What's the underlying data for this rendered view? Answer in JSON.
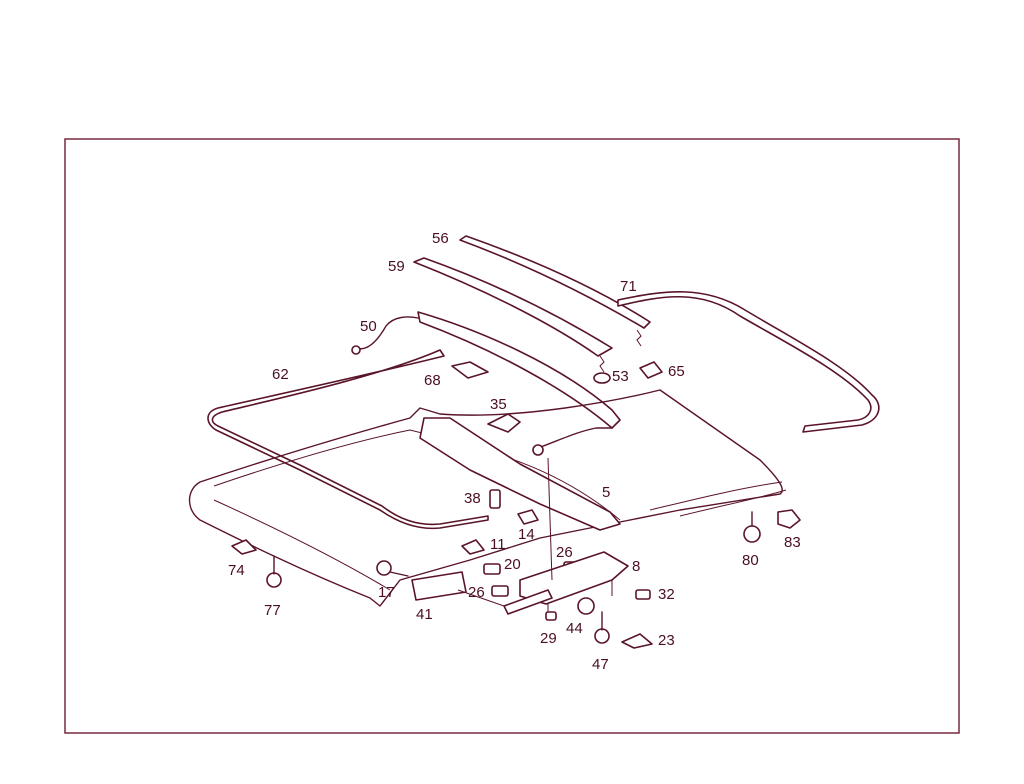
{
  "diagram": {
    "colors": {
      "ink": "#5a1428",
      "frame": "#6e1a30",
      "label": "#4a0f22",
      "background": "#ffffff"
    },
    "callouts": [
      {
        "id": "56",
        "text": "56"
      },
      {
        "id": "59",
        "text": "59"
      },
      {
        "id": "71",
        "text": "71"
      },
      {
        "id": "50",
        "text": "50"
      },
      {
        "id": "62",
        "text": "62"
      },
      {
        "id": "68",
        "text": "68"
      },
      {
        "id": "53",
        "text": "53"
      },
      {
        "id": "65",
        "text": "65"
      },
      {
        "id": "35",
        "text": "35"
      },
      {
        "id": "5",
        "text": "5"
      },
      {
        "id": "38",
        "text": "38"
      },
      {
        "id": "14",
        "text": "14"
      },
      {
        "id": "11",
        "text": "11"
      },
      {
        "id": "26a",
        "text": "26"
      },
      {
        "id": "8",
        "text": "8"
      },
      {
        "id": "20",
        "text": "20"
      },
      {
        "id": "26b",
        "text": "26"
      },
      {
        "id": "32",
        "text": "32"
      },
      {
        "id": "17",
        "text": "17"
      },
      {
        "id": "41",
        "text": "41"
      },
      {
        "id": "29",
        "text": "29"
      },
      {
        "id": "44",
        "text": "44"
      },
      {
        "id": "23",
        "text": "23"
      },
      {
        "id": "47",
        "text": "47"
      },
      {
        "id": "74",
        "text": "74"
      },
      {
        "id": "77",
        "text": "77"
      },
      {
        "id": "80",
        "text": "80"
      },
      {
        "id": "83",
        "text": "83"
      }
    ]
  }
}
